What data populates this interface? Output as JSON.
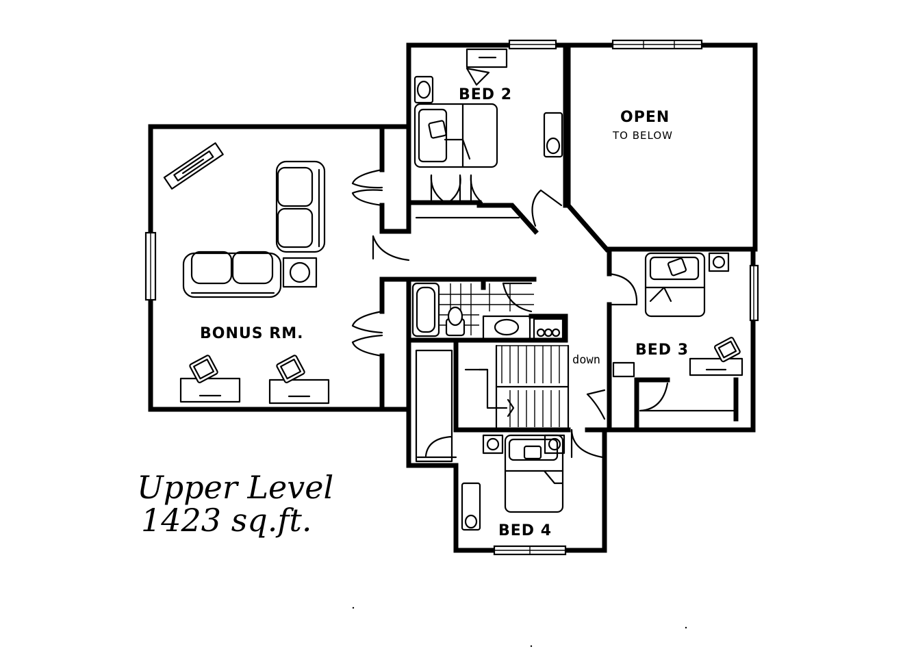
{
  "plan": {
    "rooms": {
      "bonus": "BONUS RM.",
      "bed2": "BED 2",
      "bed3": "BED 3",
      "bed4": "BED 4",
      "open_line1": "OPEN",
      "open_line2": "TO BELOW"
    },
    "stair_label": "down"
  },
  "caption": {
    "level": "Upper Level",
    "area": "1423 sq.ft."
  },
  "colors": {
    "ink": "#000000",
    "paper": "#ffffff"
  }
}
